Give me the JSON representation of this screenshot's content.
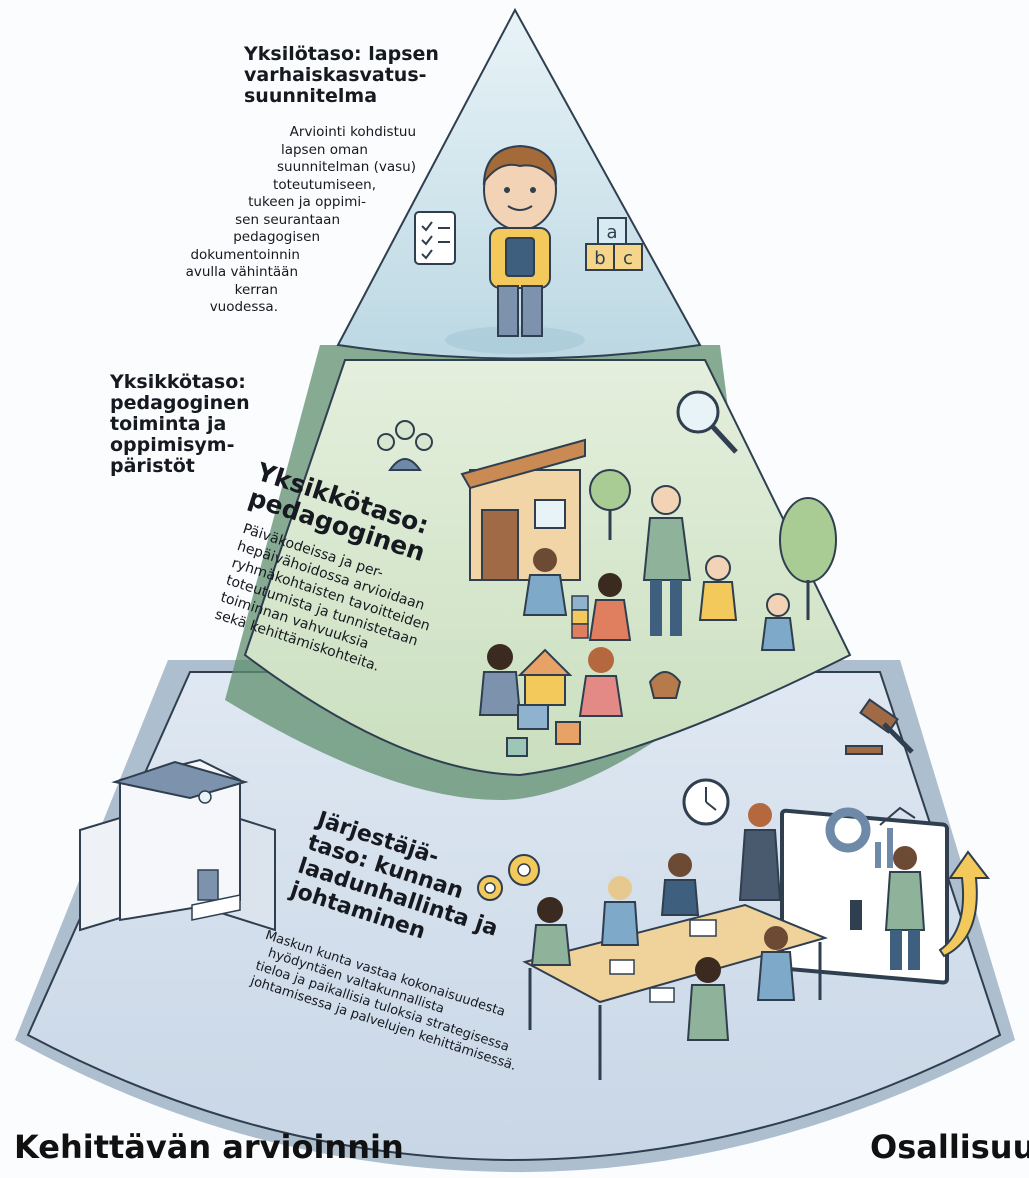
{
  "levels": {
    "individual": {
      "title": "Yksilötaso: lapsen varhaiskasvatus-suunnitelma",
      "title_lines": [
        "Yksilötaso: lapsen",
        "varhaiskasvatus-",
        "suunnitelma"
      ],
      "body_lines": [
        "Arviointi kohdistuu",
        "lapsen oman",
        "suunnitelman (vasu)",
        "toteutumiseen,",
        "tukeen ja oppimi-",
        "sen seurantaan",
        "pedagogisen",
        "dokumentoinnin",
        "avulla vähintään",
        "kerran vuodessa."
      ]
    },
    "unit": {
      "side_title_lines": [
        "Yksikkötaso:",
        "pedagoginen",
        "toiminta ja",
        "oppimisym-",
        "päristöt"
      ],
      "title_lines": [
        "Yksikkötaso:",
        "pedagoginen"
      ],
      "body_lines": [
        "Päiväkodeissa ja per-",
        "hepäivähoidossa arvioidaan",
        "ryhmäkohtaisten tavoitteiden",
        "toteutumista ja tunnistetaan",
        "toiminnan vahvuuksia",
        "sekä kehittämiskohteita."
      ]
    },
    "organizer": {
      "title_lines": [
        "Järjestäjä-",
        "taso: kunnan",
        "laadunhallinta ja",
        "johtaminen"
      ],
      "body_lines": [
        "Maskun kunta vastaa kokonaisuudesta",
        "hyödyntäen valtakunnallista",
        "tieloa ja paikallisia tuloksia strategisessa",
        "johtamisessa ja palvelujen kehittämisessä."
      ]
    }
  },
  "footer": {
    "left_label": "Kehittävän arvioinnin",
    "right_label": "Osallisuus"
  },
  "block_letters": [
    "a",
    "b",
    "c"
  ],
  "colors": {
    "top_tier": "#cfe3ec",
    "middle_tier": "#d7e6cf",
    "middle_band": "#5f8f6d",
    "bottom_tier": "#d3dfec",
    "bottom_band": "#6e8aa8",
    "outline": "#2f3f4f"
  }
}
